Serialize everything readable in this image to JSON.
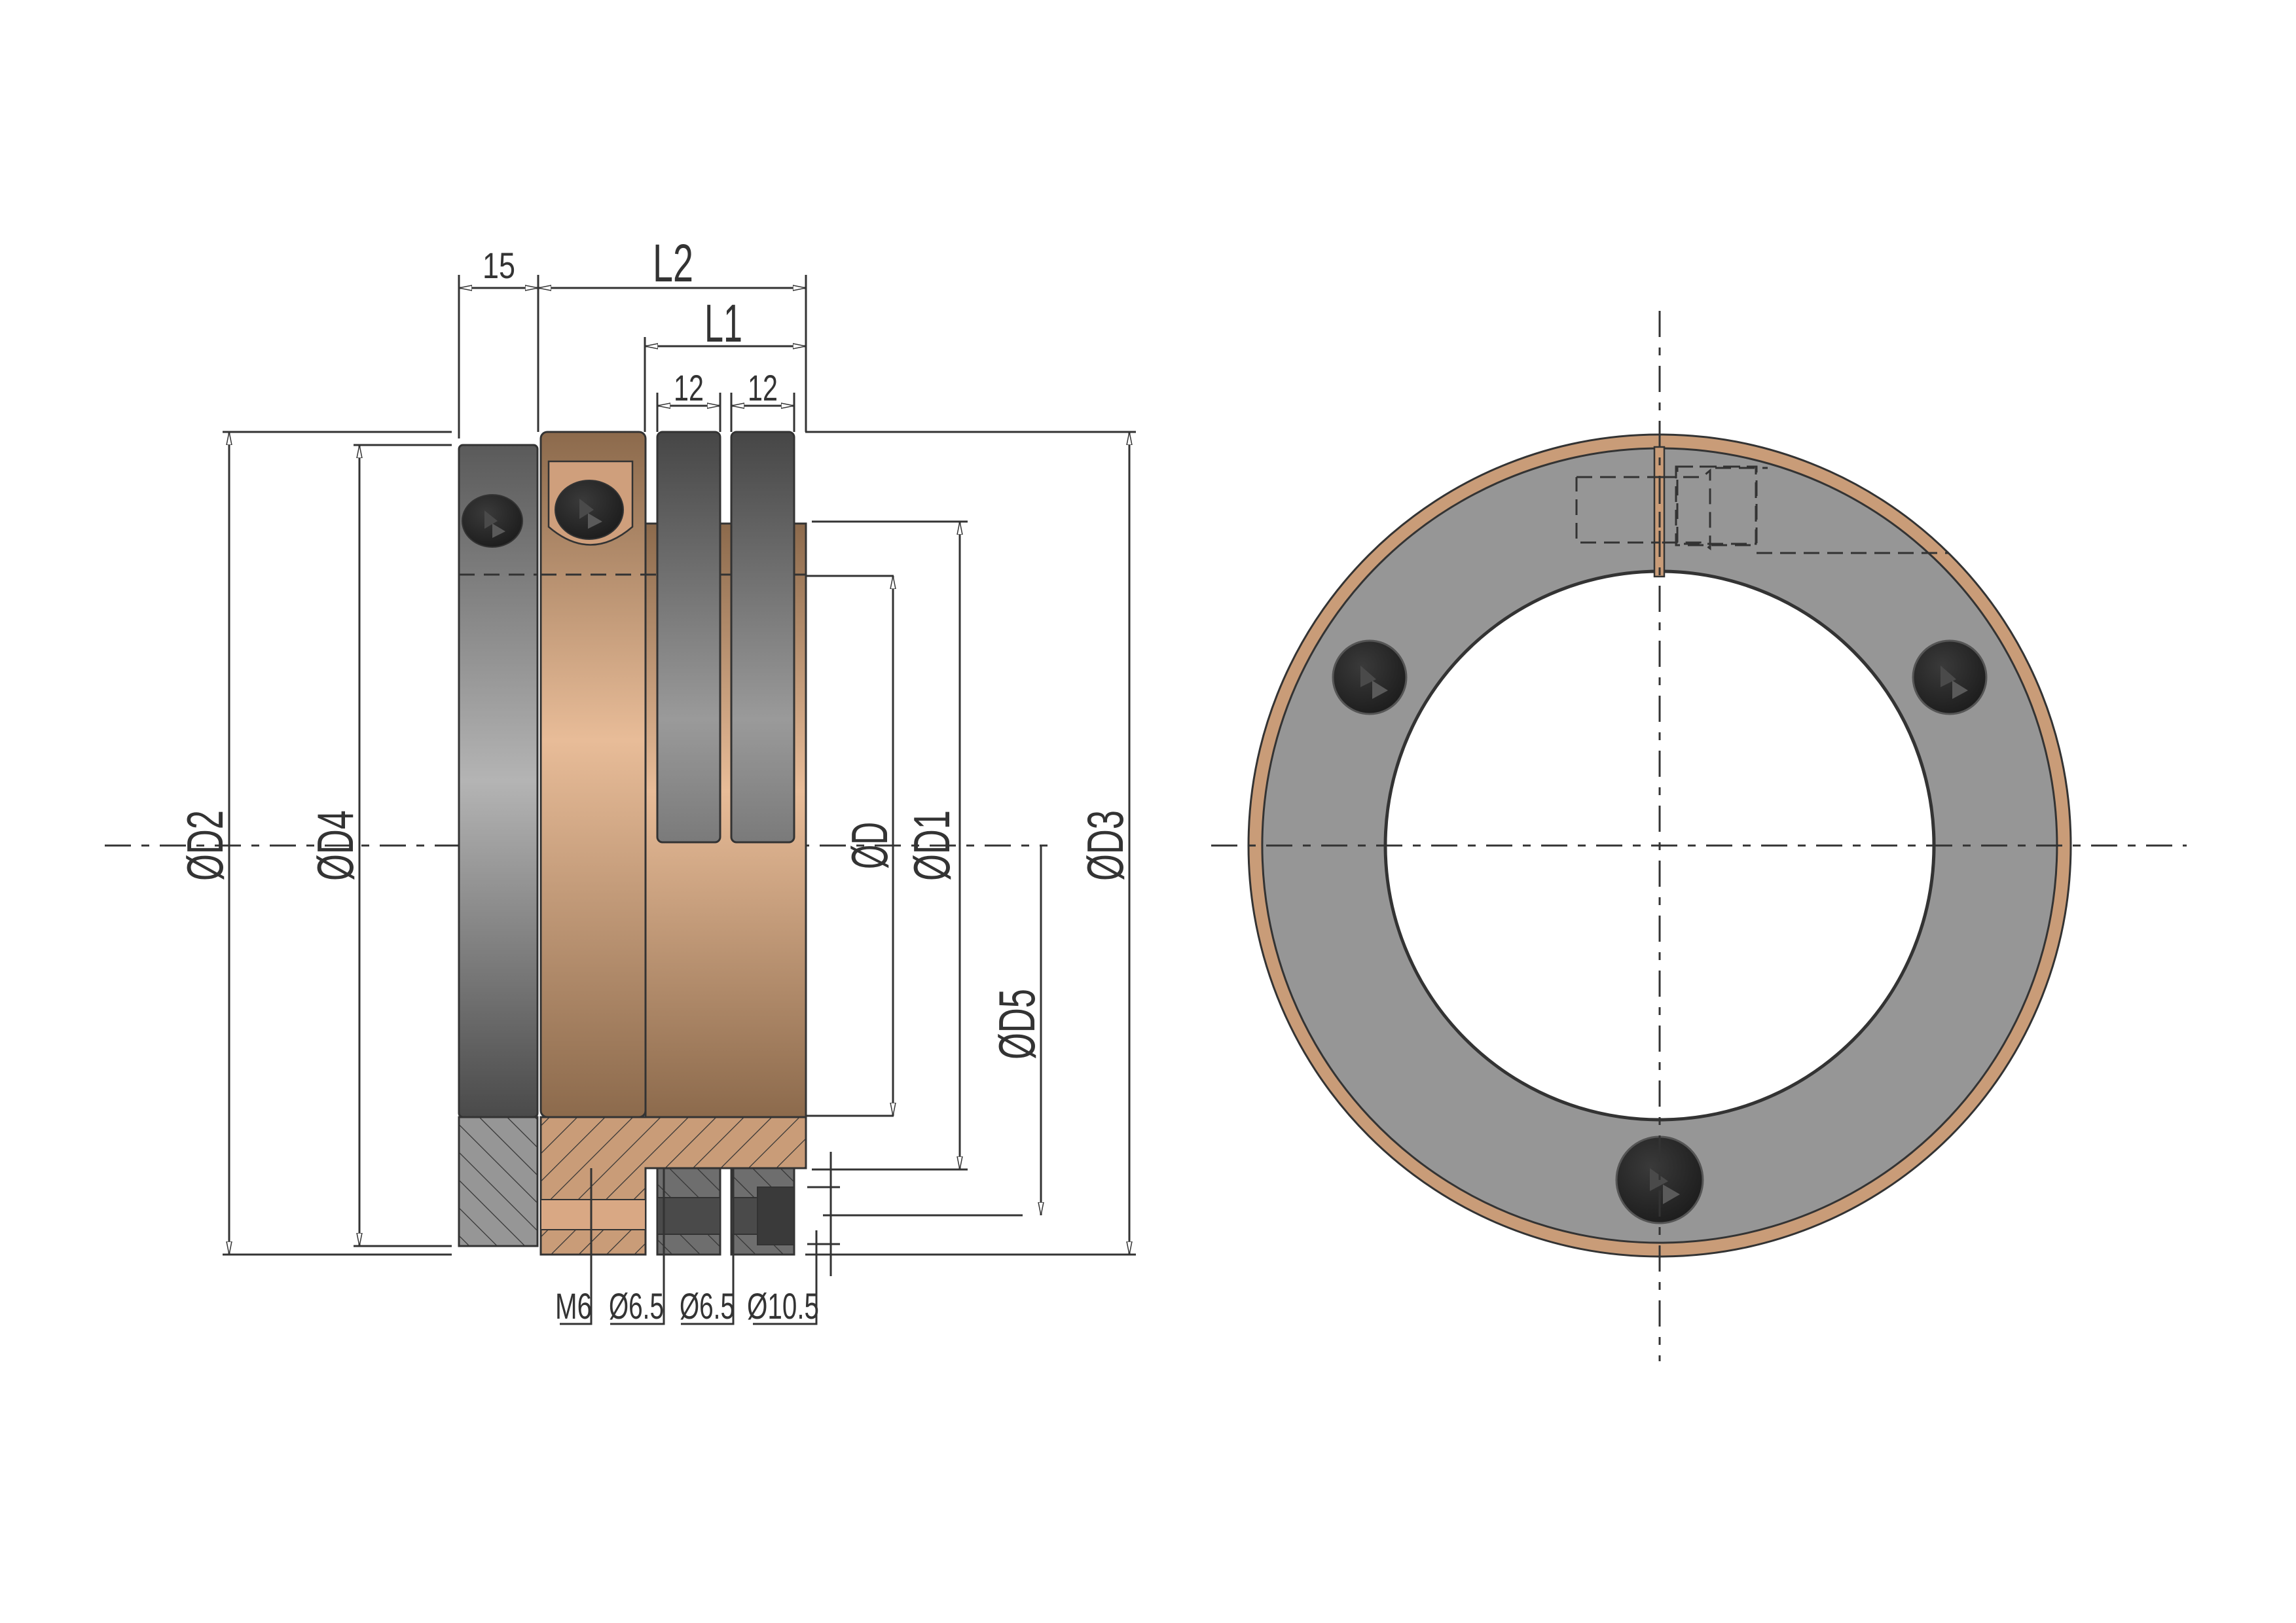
{
  "drawing": {
    "title": "Clamping ring assembly - side section view and front view",
    "colors": {
      "line": "#333333",
      "copper_light": "#e8bc98",
      "copper_mid": "#c99c78",
      "copper_dark": "#8c6a4c",
      "steel_light": "#b8b8b8",
      "steel_mid": "#969696",
      "steel_dark": "#505050",
      "screw_head": "#242424",
      "background": "#ffffff"
    },
    "side_view": {
      "length_dims": [
        {
          "id": "w15",
          "label": "15"
        },
        {
          "id": "L2",
          "label": "L2"
        },
        {
          "id": "L1",
          "label": "L1"
        },
        {
          "id": "w12a",
          "label": "12"
        },
        {
          "id": "w12b",
          "label": "12"
        }
      ],
      "diameter_dims": [
        {
          "id": "D2",
          "label": "ØD2"
        },
        {
          "id": "D4",
          "label": "ØD4"
        },
        {
          "id": "D",
          "label": "ØD"
        },
        {
          "id": "D1",
          "label": "ØD1"
        },
        {
          "id": "D5",
          "label": "ØD5"
        },
        {
          "id": "D3",
          "label": "ØD3"
        }
      ],
      "hole_callouts": [
        {
          "id": "m6",
          "label": "M6"
        },
        {
          "id": "h65a",
          "label": "Ø6.5"
        },
        {
          "id": "h65b",
          "label": "Ø6.5"
        },
        {
          "id": "h105",
          "label": "Ø10.5"
        }
      ]
    },
    "front_view": {
      "screw_count": 3,
      "has_split_slot": true,
      "hidden_lines": "dashed threaded bore at split"
    }
  }
}
